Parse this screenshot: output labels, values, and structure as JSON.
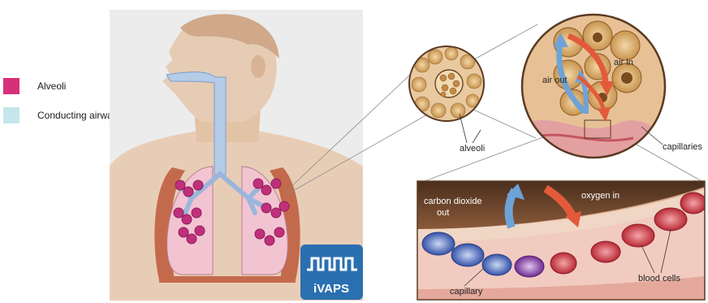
{
  "legend": {
    "items": [
      {
        "label": "Alveoli",
        "color": "#d6307a"
      },
      {
        "label": "Conducting airways",
        "color": "#c4e6ec"
      }
    ]
  },
  "labels": {
    "air_in": "air in",
    "air_out": "air out",
    "alveoli": "alveoli",
    "capillaries": "capillaries",
    "carbon_dioxide_out": [
      "carbon dioxide",
      "out"
    ],
    "oxygen_in": "oxygen in",
    "capillary": "capillary",
    "blood_cells": "blood cells"
  },
  "logo": {
    "text": "iVAPS",
    "bg_color": "#2a6fb0"
  },
  "colors": {
    "skin": "#e6ccb6",
    "body_bg": "#e9e9e9",
    "lung": "#f4c7d5",
    "airway": "#aec8e4",
    "alveoli_cluster": "#c0307a",
    "co2_arrow": "#6ea3d8",
    "o2_arrow": "#e35a3a",
    "blood_cell": "#d8454a",
    "blue_cell": "#4a6ec8",
    "purple_cell": "#8a4aa8"
  }
}
